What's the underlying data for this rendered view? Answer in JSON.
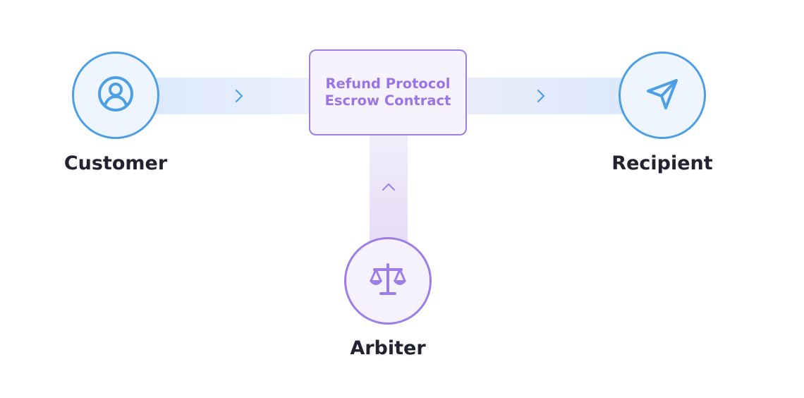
{
  "diagram": {
    "contract": {
      "line1": "Refund Protocol",
      "line2": "Escrow Contract"
    },
    "nodes": {
      "customer": {
        "label": "Customer",
        "icon": "user-icon"
      },
      "recipient": {
        "label": "Recipient",
        "icon": "send-icon"
      },
      "arbiter": {
        "label": "Arbiter",
        "icon": "scales-icon"
      }
    },
    "colors": {
      "blue": "#4d9fe5",
      "purple": "#9d7ee6",
      "label_text": "#212330",
      "contract_text": "#9b74e8"
    }
  }
}
